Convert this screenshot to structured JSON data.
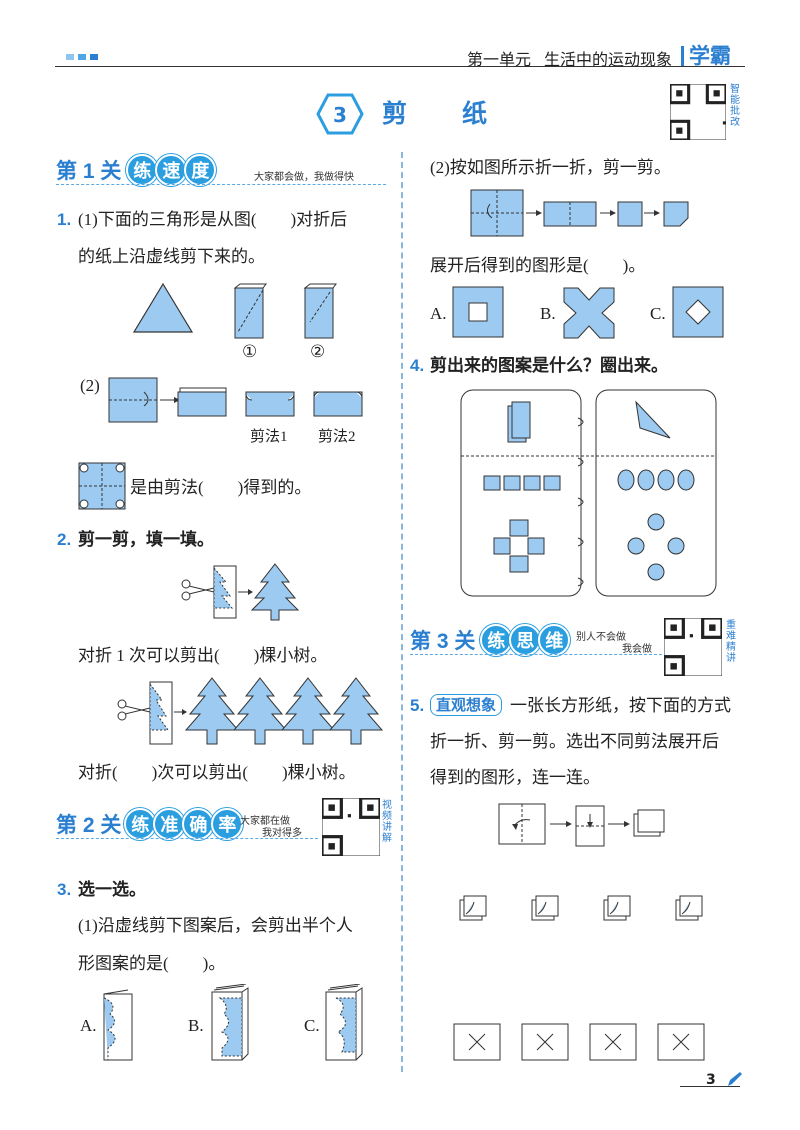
{
  "header": {
    "unit": "第一单元",
    "unit_title": "生活中的运动现象",
    "brand": "学霸"
  },
  "lesson": {
    "number": "3",
    "title_a": "剪",
    "title_b": "纸",
    "qr_caption": "智能批改"
  },
  "stages": {
    "s1": {
      "label": "第 1 关",
      "chars": [
        "练",
        "速",
        "度"
      ],
      "slogan": "大家都会做，我做得快"
    },
    "s2": {
      "label": "第 2 关",
      "chars": [
        "练",
        "准",
        "确",
        "率"
      ],
      "slogan_a": "大家都在做",
      "slogan_b": "我对得多",
      "qr_caption": "视频讲解"
    },
    "s3": {
      "label": "第 3 关",
      "chars": [
        "练",
        "思",
        "维"
      ],
      "slogan_a": "别人不会做",
      "slogan_b": "我会做",
      "qr_caption": "重难精讲"
    }
  },
  "q1": {
    "num": "1.",
    "p1_line1": "(1)下面的三角形是从图(　　)对折后",
    "p1_line2": "的纸上沿虚线剪下来的。",
    "fig_labels": [
      "①",
      "②"
    ],
    "p2_label": "(2)",
    "method_labels": [
      "剪法1",
      "剪法2"
    ],
    "p2_text": "是由剪法(　　)得到的。"
  },
  "q2": {
    "num": "2.",
    "title": "剪一剪，填一填。",
    "line1": "对折 1 次可以剪出(　　)棵小树。",
    "line2": "对折(　　)次可以剪出(　　)棵小树。"
  },
  "q3": {
    "num": "3.",
    "title": "选一选。",
    "p1_line1": "(1)沿虚线剪下图案后，会剪出半个人",
    "p1_line2": "形图案的是(　　)。",
    "options": [
      "A.",
      "B.",
      "C."
    ]
  },
  "right": {
    "p2_line1": "(2)按如图所示折一折，剪一剪。",
    "p2_line2": "展开后得到的图形是(　　)。",
    "options": [
      "A.",
      "B.",
      "C."
    ]
  },
  "q4": {
    "num": "4.",
    "title": "剪出来的图案是什么？圈出来。"
  },
  "q5": {
    "num": "5.",
    "tag": "直观想象",
    "line1": "一张长方形纸，按下面的方式",
    "line2": "折一折、剪一剪。选出不同剪法展开后",
    "line3": "得到的图形，连一连。"
  },
  "footer": {
    "page": "3"
  },
  "colors": {
    "accent": "#2b9ee0",
    "fill": "#9ccaf0",
    "stroke": "#2a2a2a"
  }
}
